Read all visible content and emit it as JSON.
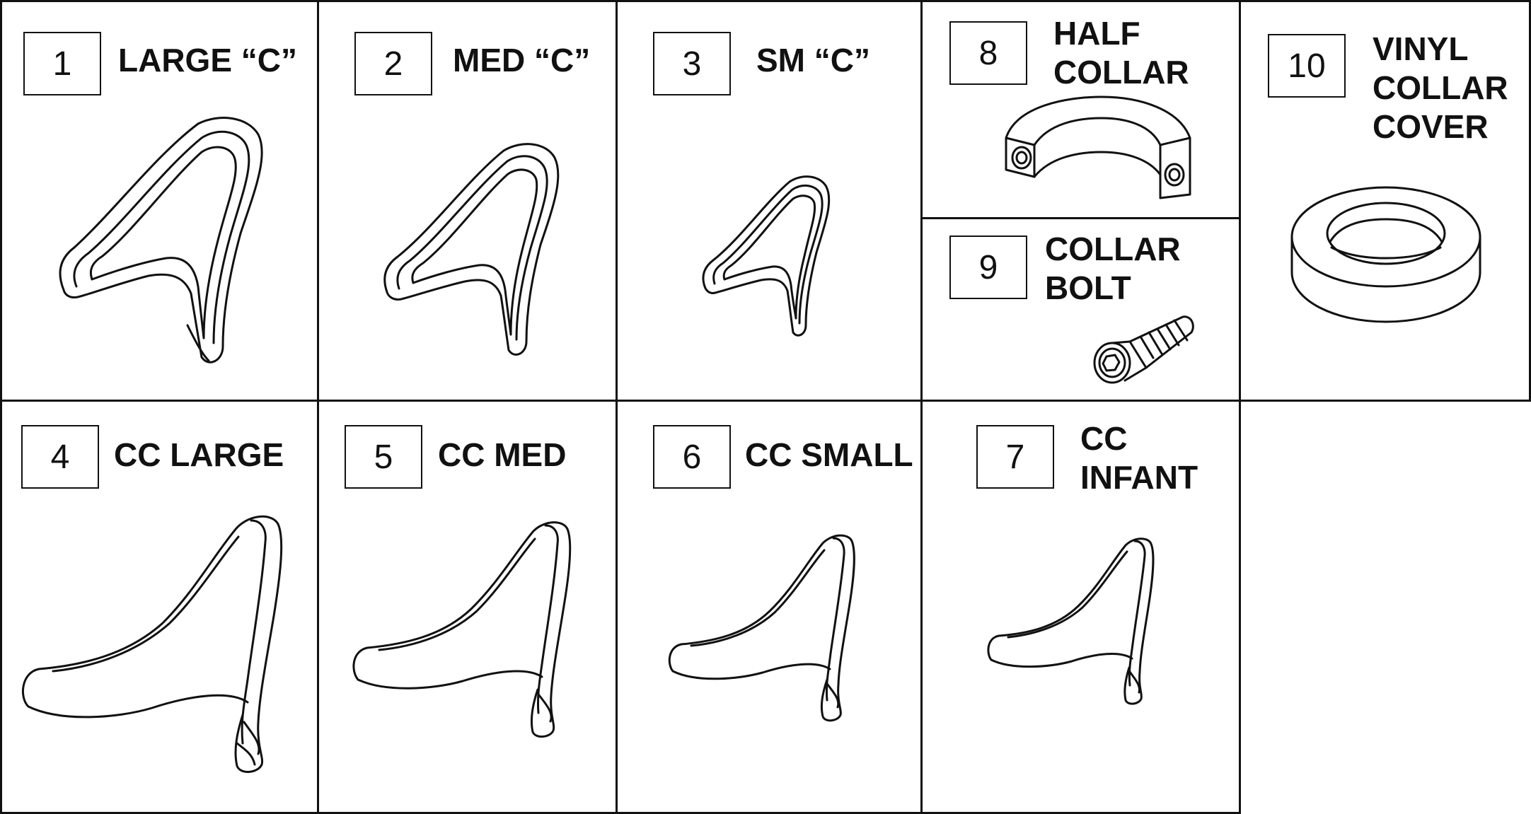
{
  "parts": [
    {
      "id": "part-1",
      "number": "1",
      "label": "LARGE “C”",
      "icon": "large-c-pad-icon"
    },
    {
      "id": "part-2",
      "number": "2",
      "label": "MED “C”",
      "icon": "medium-c-pad-icon"
    },
    {
      "id": "part-3",
      "number": "3",
      "label": "SM “C”",
      "icon": "small-c-pad-icon"
    },
    {
      "id": "part-8",
      "number": "8",
      "label": "HALF\nCOLLAR",
      "icon": "half-collar-icon"
    },
    {
      "id": "part-9",
      "number": "9",
      "label": "COLLAR\nBOLT",
      "icon": "collar-bolt-icon"
    },
    {
      "id": "part-10",
      "number": "10",
      "label": "VINYL\nCOLLAR\nCOVER",
      "icon": "vinyl-collar-cover-icon"
    },
    {
      "id": "part-4",
      "number": "4",
      "label": "CC LARGE",
      "icon": "cc-large-pad-icon"
    },
    {
      "id": "part-5",
      "number": "5",
      "label": "CC MED",
      "icon": "cc-medium-pad-icon"
    },
    {
      "id": "part-6",
      "number": "6",
      "label": "CC SMALL",
      "icon": "cc-small-pad-icon"
    },
    {
      "id": "part-7",
      "number": "7",
      "label": "CC\nINFANT",
      "icon": "cc-infant-pad-icon"
    }
  ]
}
